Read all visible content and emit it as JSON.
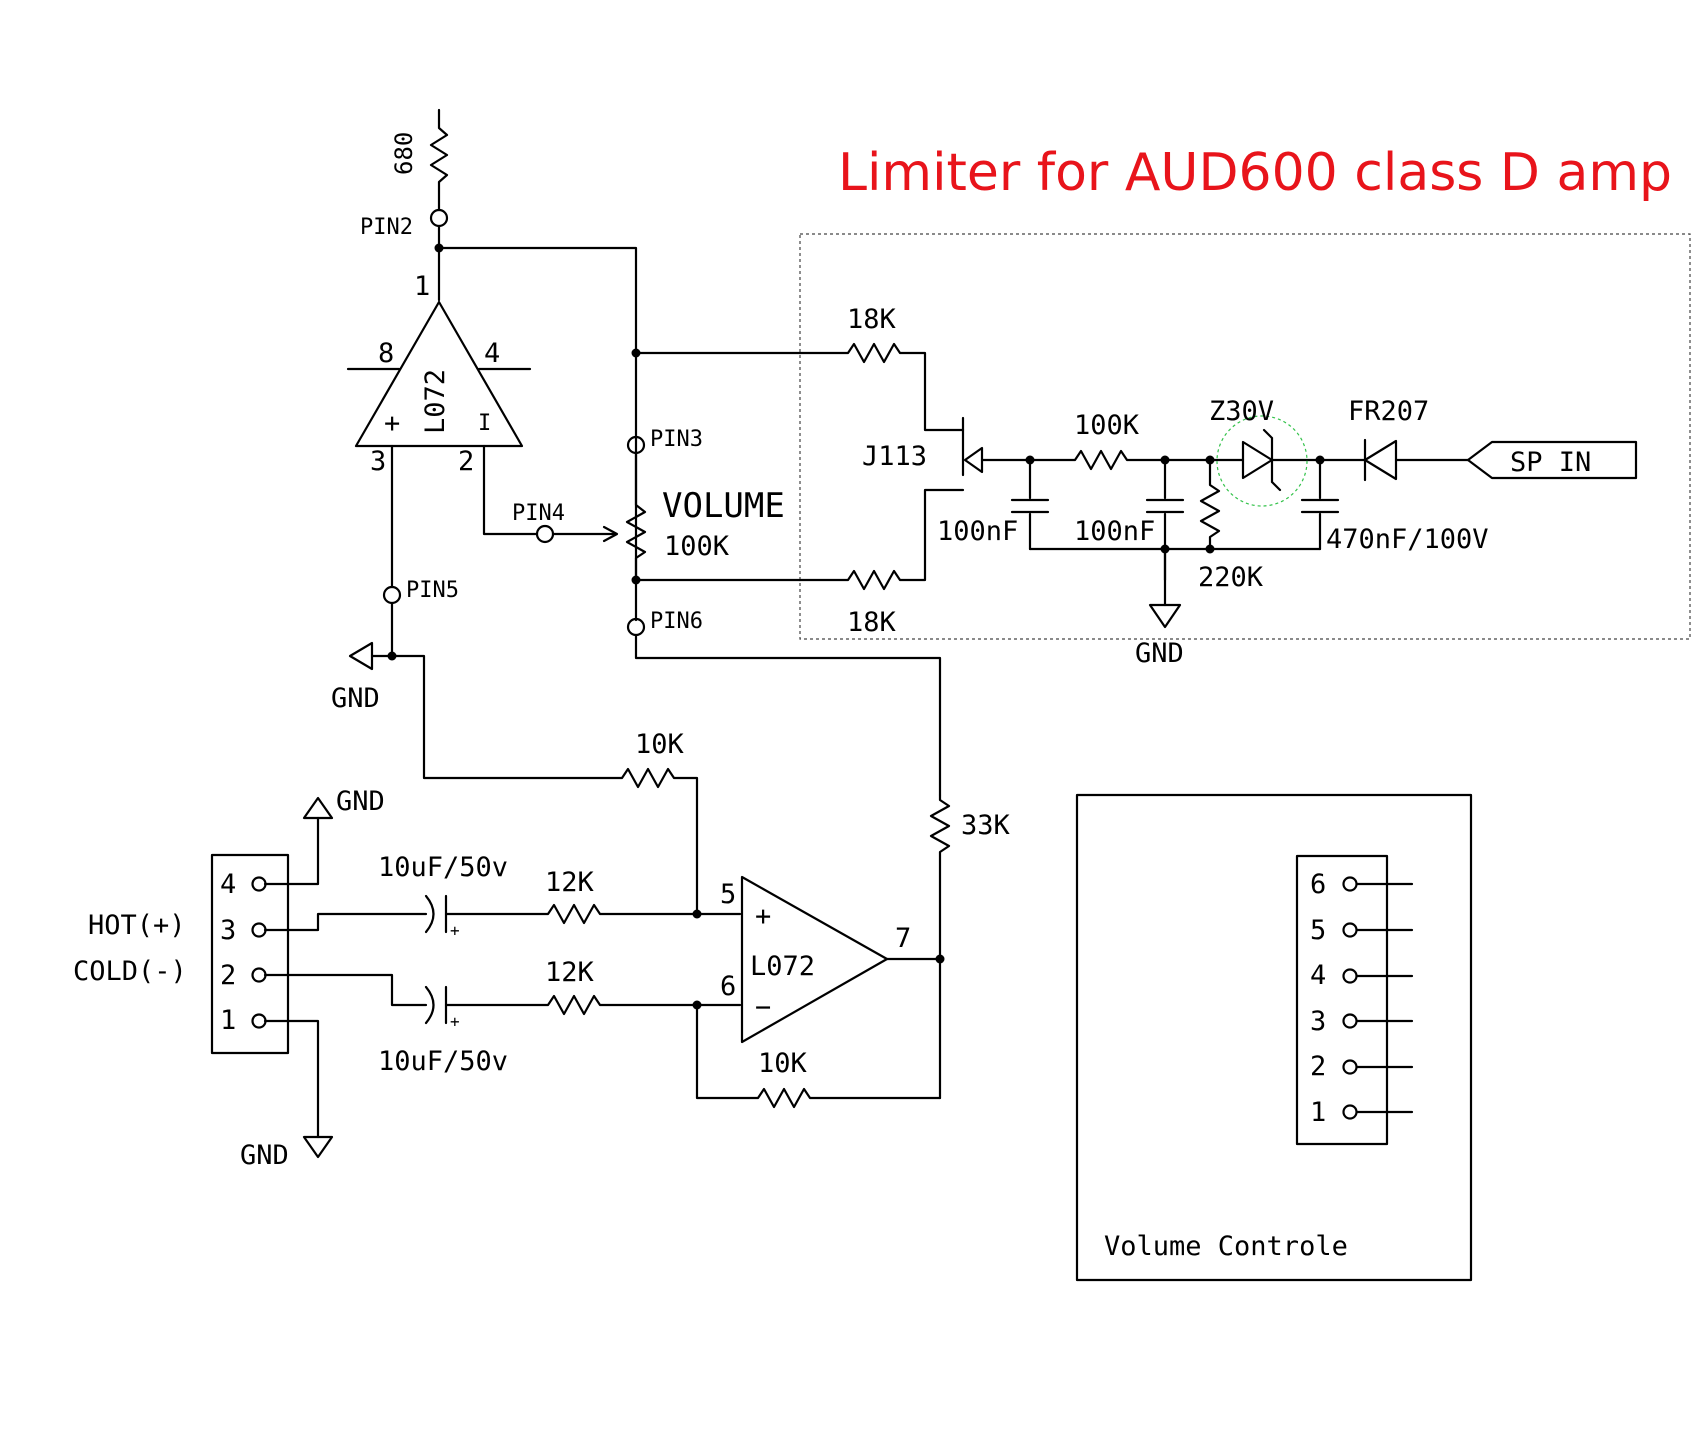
{
  "title": "Limiter for AUD600 class D amp",
  "title_color": "#e8141b",
  "labels": {
    "r680": "680",
    "pin2": "PIN2",
    "pin3": "PIN3",
    "pin4": "PIN4",
    "pin5": "PIN5",
    "pin6": "PIN6",
    "op1_name": "L072",
    "op1_p1": "1",
    "op1_p2": "2",
    "op1_p3": "3",
    "op1_p4": "4",
    "op1_p8": "8",
    "plus": "+",
    "minus": "I",
    "volume": "VOLUME",
    "volume_value": "100K",
    "r18k_top": "18K",
    "r18k_bot": "18K",
    "j113": "J113",
    "r100k": "100K",
    "c100nf_1": "100nF",
    "c100nf_2": "100nF",
    "zener": "Z30V",
    "fr207": "FR207",
    "sp_in": "SP IN",
    "c470nf": "470nF/100V",
    "r220k": "220K",
    "gnd_lim": "GND",
    "gnd_op1": "GND",
    "r10k_top": "10K",
    "r33k": "33K",
    "gnd_conn_top": "GND",
    "hot": "HOT(+)",
    "cold": "COLD(-)",
    "cap_top": "10uF/50v",
    "cap_bot": "10uF/50v",
    "r12k_top": "12K",
    "r12k_bot": "12K",
    "op2_name": "L072",
    "op2_p5": "5",
    "op2_p6": "6",
    "op2_p7": "7",
    "op2_plus": "+",
    "op2_minus": "−",
    "r10k_bot": "10K",
    "gnd_conn_bot": "GND",
    "conn_pins": [
      "4",
      "3",
      "2",
      "1"
    ],
    "cap_plus": "+",
    "vol_pins": [
      "6",
      "5",
      "4",
      "3",
      "2",
      "1"
    ],
    "vol_box": "Volume Controle"
  }
}
